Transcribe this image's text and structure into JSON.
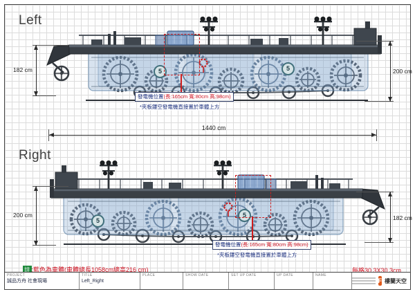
{
  "views": {
    "left": {
      "label": "Left",
      "dim_left": "182 cm",
      "dim_right": "200 cm",
      "generator_label": "發電機位置",
      "generator_dims": "(長:165cm 寬:80cm 高:98cm)",
      "generator_note": "*夾板鏤空發電機直接置於車體上方"
    },
    "right": {
      "label": "Right",
      "dim_left": "200 cm",
      "dim_right": "182 cm",
      "generator_label": "發電機位置",
      "generator_dims": "(長:165cm 寬:80cm 高:98cm)",
      "generator_note": "*夾板鏤空發電機直接置於車體上方"
    }
  },
  "dimensions": {
    "total_length": "1440 cm"
  },
  "emblem": "5",
  "notes": {
    "legend_tag": "註",
    "legend_text": ":藍色為車體(車體總長1058cm總高216 cm)",
    "grid_note": "每格30.3X30.3cm"
  },
  "titleblock": {
    "project_label": "PROJECT",
    "project_value": "誠品方舟 社會現場",
    "title_label": "TITLE",
    "title_value": "Left_Right",
    "place_label": "PLACE",
    "show_date_label": "SHOW DATE",
    "setup_date_label": "SET UP DATE",
    "update_label": "UP DATE",
    "name_label": "NAME",
    "brand_mark": "F",
    "brand": "樓蘭天空"
  },
  "colors": {
    "body_blue": "#80a6cc",
    "annotation_red": "#cf1322",
    "annotation_navy": "#1b2f7d",
    "legend_green": "#1f8a3d",
    "brand_orange": "#e05a1b",
    "grid": "#dcdcdc"
  }
}
